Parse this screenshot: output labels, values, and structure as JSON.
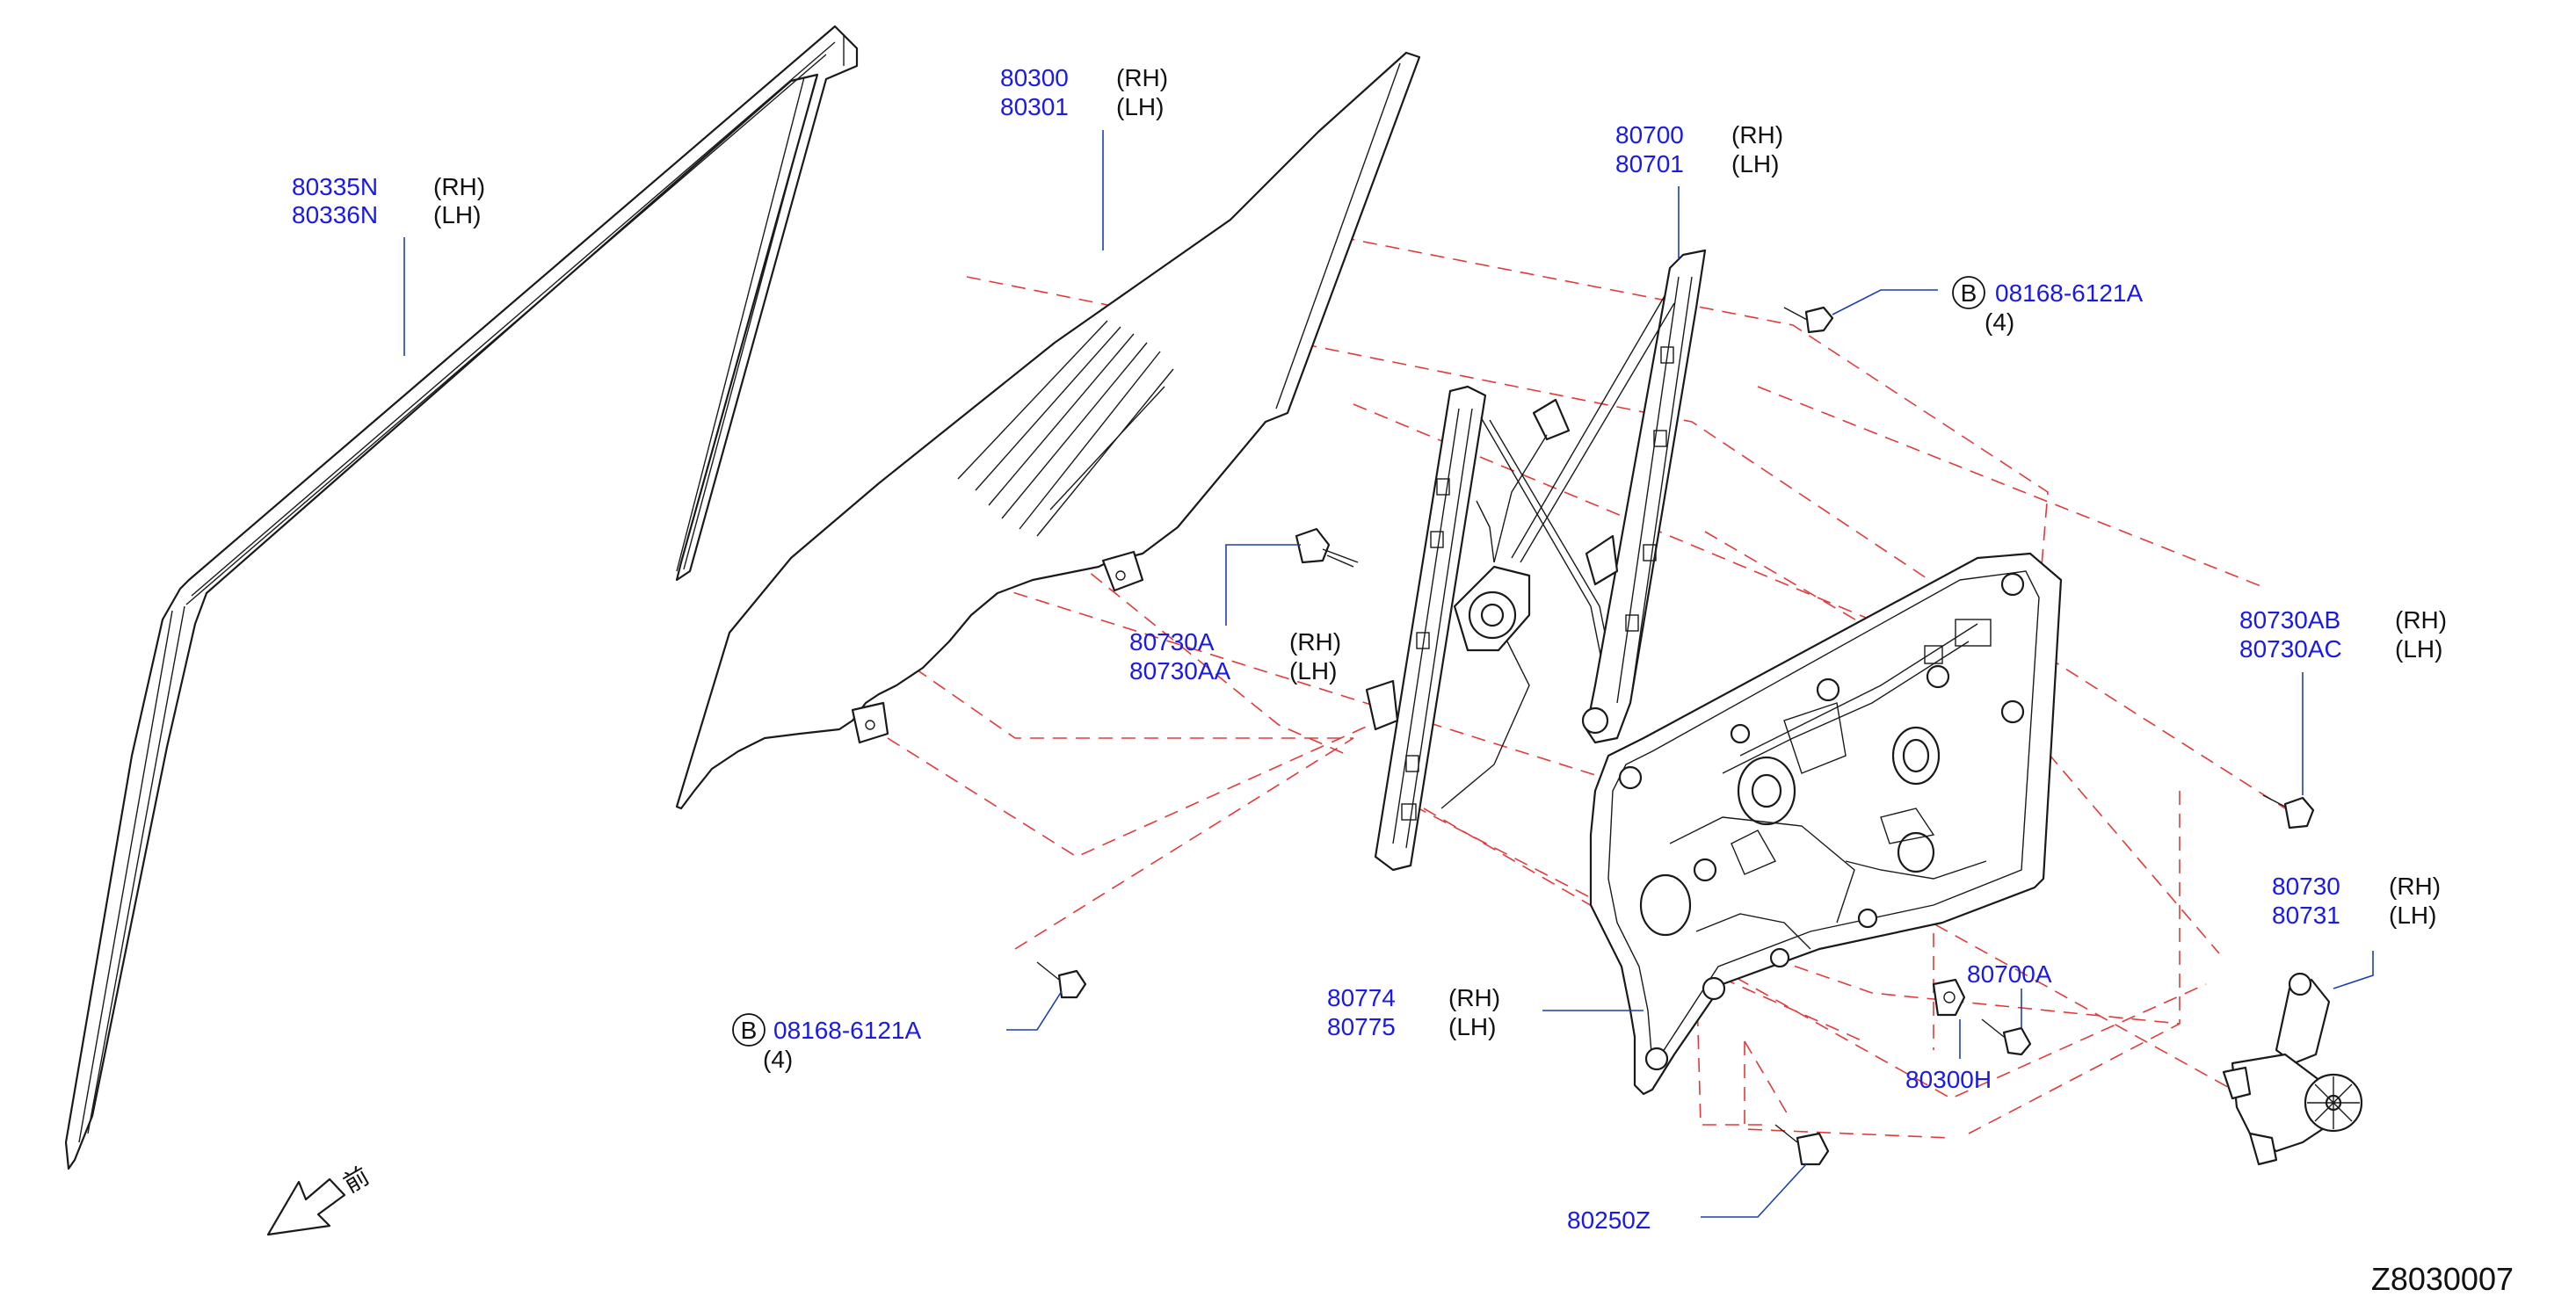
{
  "diagram": {
    "reference_code": "Z8030007",
    "front_marker_text": "前",
    "callouts": {
      "sash_molding": {
        "part_numbers": [
          "80335N",
          "80336N"
        ],
        "sides": [
          "(RH)",
          "(LH)"
        ]
      },
      "door_glass": {
        "part_numbers": [
          "80300",
          "80301"
        ],
        "sides": [
          "(RH)",
          "(LH)"
        ]
      },
      "regulator_rear": {
        "part_numbers": [
          "80700",
          "80701"
        ],
        "sides": [
          "(RH)",
          "(LH)"
        ]
      },
      "bolt_top": {
        "badge": "B",
        "part_number": "08168-6121A",
        "qty": "(4)"
      },
      "regulator_bolt_left": {
        "part_numbers": [
          "80730A",
          "80730AA"
        ],
        "sides": [
          "(RH)",
          "(LH)"
        ]
      },
      "regulator_bolt_right": {
        "part_numbers": [
          "80730AB",
          "80730AC"
        ],
        "sides": [
          "(RH)",
          "(LH)"
        ]
      },
      "motor": {
        "part_numbers": [
          "80730",
          "80731"
        ],
        "sides": [
          "(RH)",
          "(LH)"
        ]
      },
      "module_panel": {
        "part_numbers": [
          "80774",
          "80775"
        ],
        "sides": [
          "(RH)",
          "(LH)"
        ]
      },
      "bolt_bottom": {
        "badge": "B",
        "part_number": "08168-6121A",
        "qty": "(4)"
      },
      "clip_a": {
        "part_number": "80700A"
      },
      "clip_h": {
        "part_number": "80300H"
      },
      "screw_z": {
        "part_number": "80250Z"
      }
    },
    "colors": {
      "part_number": "#1a1ae6",
      "leader": "#1a3fb0",
      "dashed_guide": "#e23a3a",
      "linework": "#1a1a1a"
    }
  }
}
